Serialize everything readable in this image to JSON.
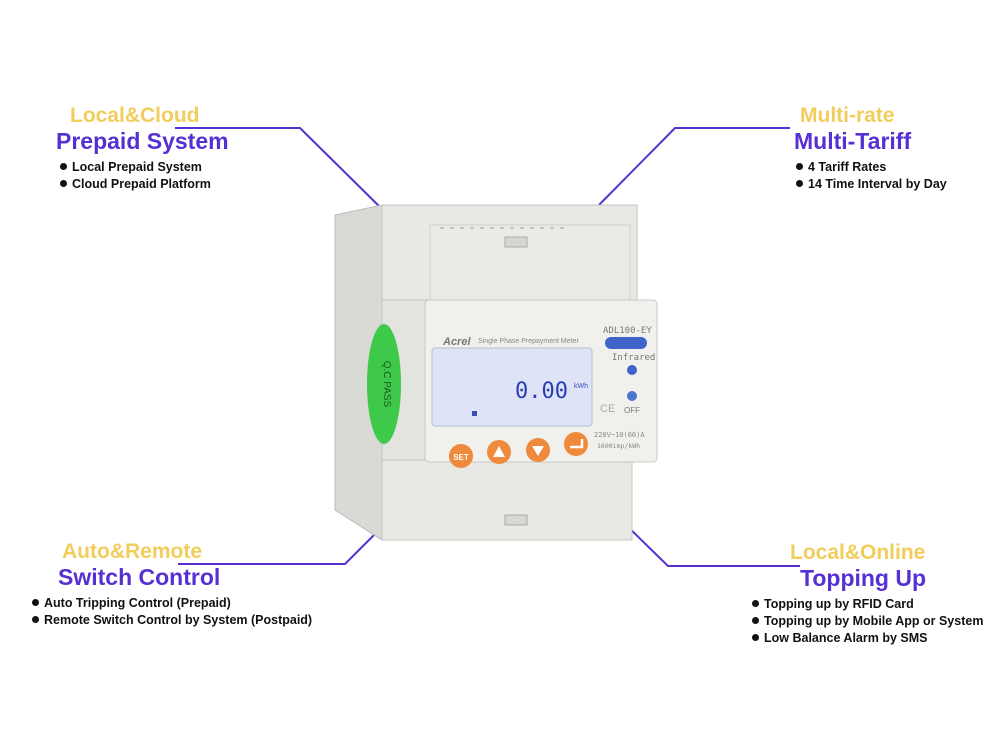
{
  "features": [
    {
      "subtitle": "Local&Cloud",
      "title": "Prepaid System",
      "items": [
        "Local Prepaid System",
        "Cloud Prepaid Platform"
      ]
    },
    {
      "subtitle": "Multi-rate",
      "title": "Multi-Tariff",
      "items": [
        "4 Tariff Rates",
        "14 Time Interval by Day"
      ]
    },
    {
      "subtitle": "Auto&Remote",
      "title": "Switch Control",
      "items": [
        "Auto Tripping Control (Prepaid)",
        "Remote Switch Control by System (Postpaid)"
      ]
    },
    {
      "subtitle": "Local&Online",
      "title": "Topping Up",
      "items": [
        "Topping up by RFID Card",
        "Topping up by Mobile App or System",
        "Low Balance Alarm by SMS"
      ]
    }
  ],
  "meter": {
    "brand": "Acrel",
    "product_name": "Single Phase Prepayment Meter",
    "model": "ADL100-EY",
    "display_value": "0.00",
    "display_unit": "kWh",
    "infrared_label": "Infrared",
    "off_label": "OFF",
    "ce_mark": "CE",
    "rating": "220V~10(60)A",
    "constant": "1600imp/kWh",
    "set_label": "SET",
    "qc_sticker": "Q.C PASS"
  },
  "colors": {
    "subtitle": "#f2cd5c",
    "title": "#5630d2",
    "leader": "#5630d2",
    "button": "#ef8a3c",
    "lcd": "#dfe3f8"
  }
}
